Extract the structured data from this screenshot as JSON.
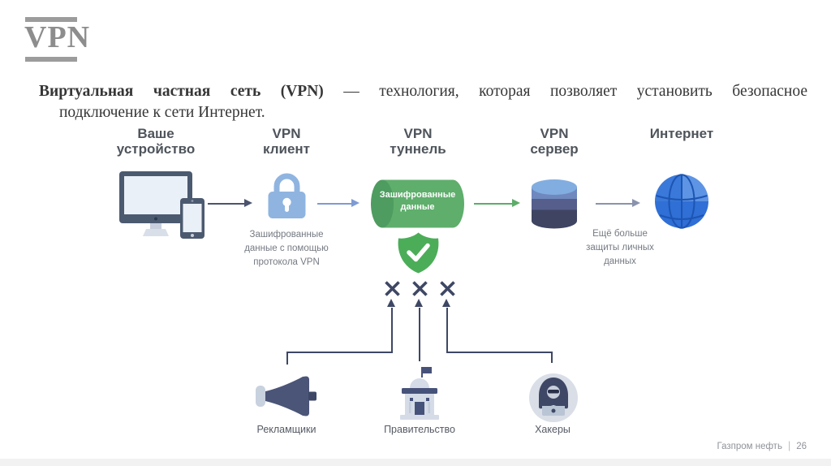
{
  "slide": {
    "logo": "VPN",
    "footer": {
      "company": "Газпром нефть",
      "separator": "|",
      "page": "26"
    }
  },
  "definition": {
    "term": "Виртуальная частная сеть (VPN)",
    "rest": "— технология, которая позволяет установить безопасное",
    "line2": "подключение к сети Интернет."
  },
  "diagram": {
    "headers": [
      "Ваше\nустройство",
      "VPN\nклиент",
      "VPN\nтуннель",
      "VPN\nсервер",
      "Интернет"
    ],
    "tunnel_label": "Зашифрованные\nданные",
    "captions": {
      "client": "Зашифрованные\nданные с помощью\nпротокола VPN",
      "internet": "Ещё больше\nзащиты личных\nданных"
    },
    "threats": [
      "Рекламщики",
      "Правительство",
      "Хакеры"
    ],
    "icons": [
      "device-icon",
      "lock-icon",
      "tunnel-cylinder-icon",
      "shield-check-icon",
      "server-icon",
      "globe-icon",
      "megaphone-icon",
      "government-building-icon",
      "hacker-icon",
      "x-mark-icon"
    ],
    "colors": {
      "tunnel_green": "#5FAE6C",
      "shield_green": "#4CAD59",
      "lock_blue": "#8FB4E0",
      "globe_blue": "#2F6FD6",
      "navy": "#3E4764",
      "arrow_dark": "#4A546E",
      "arrow_blue": "#7E9BD4",
      "arrow_green": "#5CAD68",
      "arrow_gray": "#8A93AD"
    }
  }
}
